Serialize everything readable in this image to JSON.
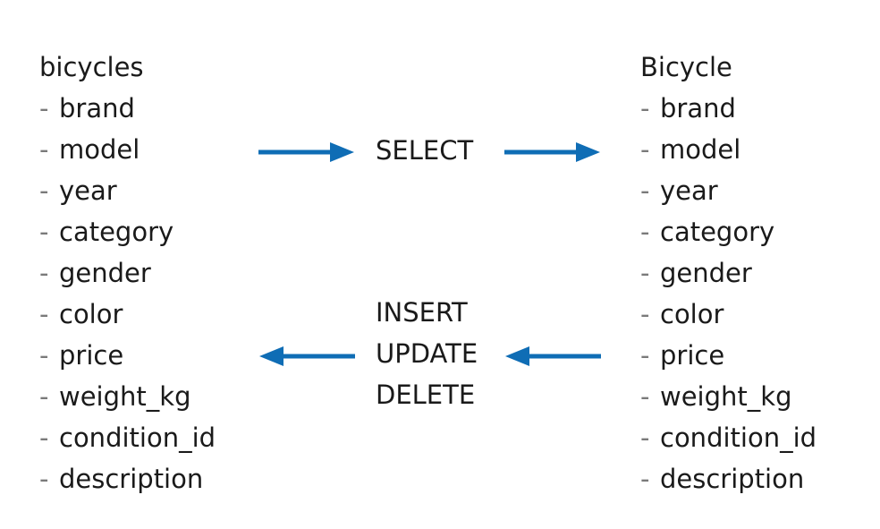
{
  "left_entity": {
    "title": "bicycles",
    "bullet": "-",
    "fields": [
      "brand",
      "model",
      "year",
      "category",
      "gender",
      "color",
      "price",
      "weight_kg",
      "condition_id",
      "description"
    ]
  },
  "right_entity": {
    "title": "Bicycle",
    "bullet": "-",
    "fields": [
      "brand",
      "model",
      "year",
      "category",
      "gender",
      "color",
      "price",
      "weight_kg",
      "condition_id",
      "description"
    ]
  },
  "read_operation": {
    "label": "SELECT",
    "direction": "left-to-right"
  },
  "write_operations": {
    "labels": [
      "INSERT",
      "UPDATE",
      "DELETE"
    ],
    "direction": "right-to-left"
  },
  "colors": {
    "arrow": "#0f6db5",
    "text": "#1a1a1a",
    "bullet": "#7a7a7a",
    "background": "#ffffff"
  },
  "icons": {
    "arrow_right": "arrow-right-icon",
    "arrow_left": "arrow-left-icon"
  }
}
